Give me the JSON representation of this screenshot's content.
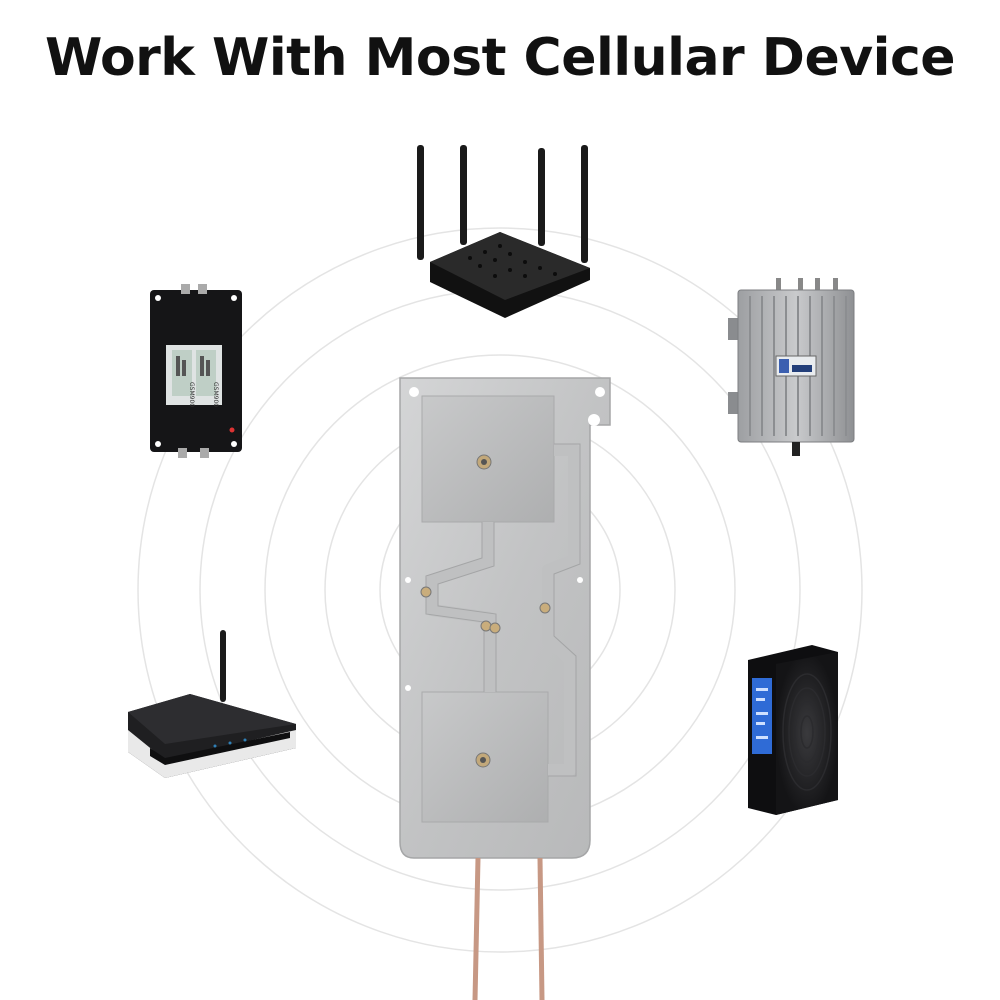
{
  "title": "Work With Most Cellular Device",
  "colors": {
    "title": "#111111",
    "rings": "#e6e6e6",
    "panel": "#c9cacb",
    "patch": "#bdbebf",
    "cable": "#c89b86",
    "device_dark": "#1b1b1d",
    "lcd": "#2f6bd6"
  },
  "devices": [
    {
      "id": "router-4-antenna",
      "icon": "wifi-router-icon"
    },
    {
      "id": "signal-booster",
      "icon": "signal-booster-icon"
    },
    {
      "id": "outdoor-cpe",
      "icon": "outdoor-unit-icon"
    },
    {
      "id": "single-antenna-router",
      "icon": "adsl-router-icon"
    },
    {
      "id": "desktop-booster",
      "icon": "desktop-booster-icon"
    },
    {
      "id": "panel-antenna",
      "icon": "panel-antenna-icon"
    }
  ],
  "labels": {
    "booster_screen_left": "GSM900",
    "booster_screen_right": "GSM900"
  }
}
